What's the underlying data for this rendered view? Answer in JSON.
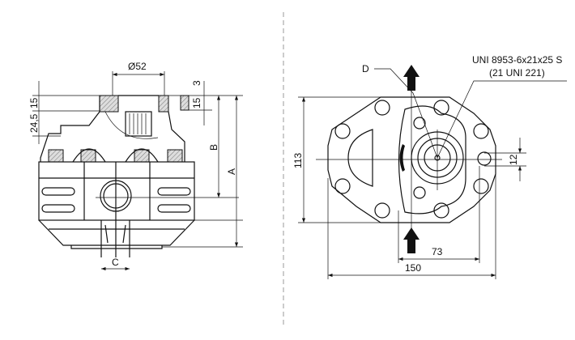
{
  "left_view": {
    "diameter_label": "Ø52",
    "dim_3": "3",
    "dim_15_right": "15",
    "dim_15_left": "15",
    "dim_24_5": "24,5",
    "dim_B": "B",
    "dim_A": "A",
    "dim_C": "C"
  },
  "right_view": {
    "label_D": "D",
    "spline_spec_line1": "UNI 8953-6x21x25 S",
    "spline_spec_line2": "(21 UNI 221)",
    "dim_113": "113",
    "dim_12": "12",
    "dim_73": "73",
    "dim_150": "150"
  }
}
